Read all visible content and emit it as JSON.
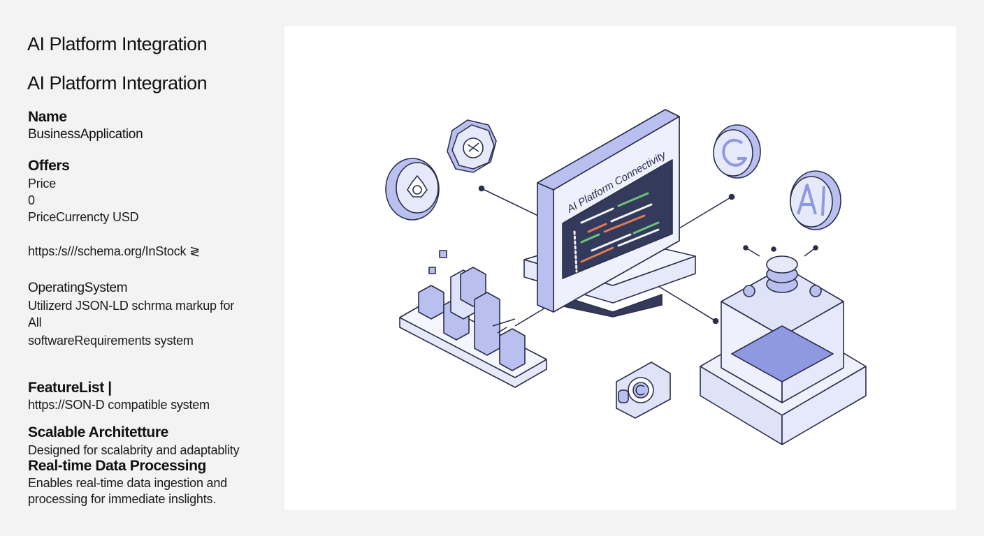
{
  "left": {
    "title1": "AI Platform Integration",
    "title2": "AI Platform Integration",
    "name_label": "Name",
    "name_value": "BusinessApplication",
    "offers_label": "Offers",
    "price_label": "Price",
    "price_value": "0",
    "price_currency": "PriceCurrencty USD",
    "availability": "https:/s///schema.org/InStock ≷",
    "os_label": "OperatingSystem",
    "os_line1": "Utilizerd JSON-LD schrma markup for",
    "os_line2": "All",
    "os_line3": "softwareRequirements system",
    "feature_label": "FeatureList |",
    "feature_value": "https://SON-D compatible system",
    "f1_title": "Scalable Architetture",
    "f1_desc": "Designed for scalabrity and adaptablity",
    "f2_title": "Real-time Data Processing",
    "f2_desc_line1": "Enables real-time data ingestion and",
    "f2_desc_line2": "processing for immediate inslights."
  },
  "illustration": {
    "monitor_label": "AI Platform Connectivity",
    "ai_badge_text": "AI",
    "colors": {
      "outline": "#2b2f4a",
      "fill_light": "#e6e9fa",
      "fill_mid": "#b9c0ef",
      "fill_dark": "#8f99e2",
      "screen": "#333a5c",
      "code_green": "#6cc27c",
      "code_orange": "#e07b54",
      "code_white": "#f3f3f7"
    }
  }
}
